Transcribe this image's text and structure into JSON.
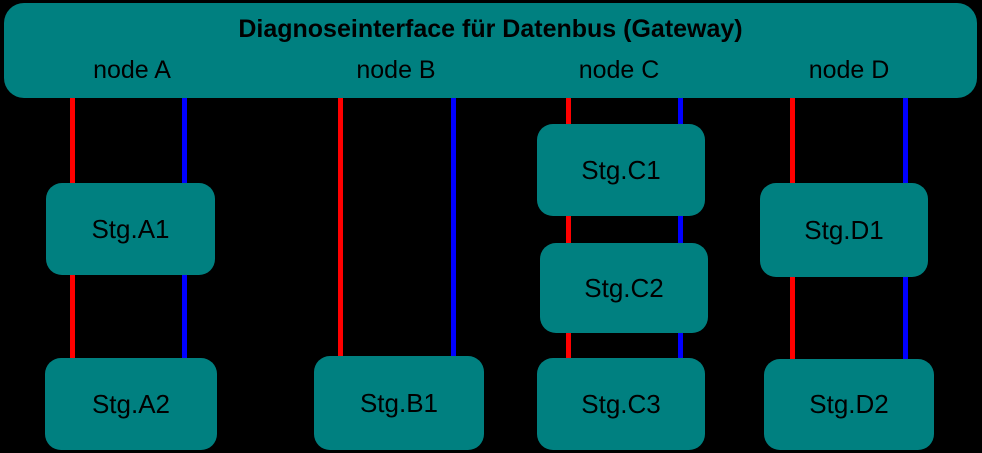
{
  "title": "Diagnoseinterface für Datenbus (Gateway)",
  "colors": {
    "background": "#000000",
    "panel": "#008080",
    "text": "#000000",
    "bus-red": "#ff0000",
    "bus-blue": "#0000ff"
  },
  "bus_wires": {
    "red_wire_name": "red-bus-wire",
    "blue_wire_name": "blue-bus-wire"
  },
  "nodes": [
    {
      "label": "node A",
      "units": [
        "Stg.A1",
        "Stg.A2"
      ]
    },
    {
      "label": "node B",
      "units": [
        "Stg.B1"
      ]
    },
    {
      "label": "node C",
      "units": [
        "Stg.C1",
        "Stg.C2",
        "Stg.C3"
      ]
    },
    {
      "label": "node D",
      "units": [
        "Stg.D1",
        "Stg.D2"
      ]
    }
  ]
}
